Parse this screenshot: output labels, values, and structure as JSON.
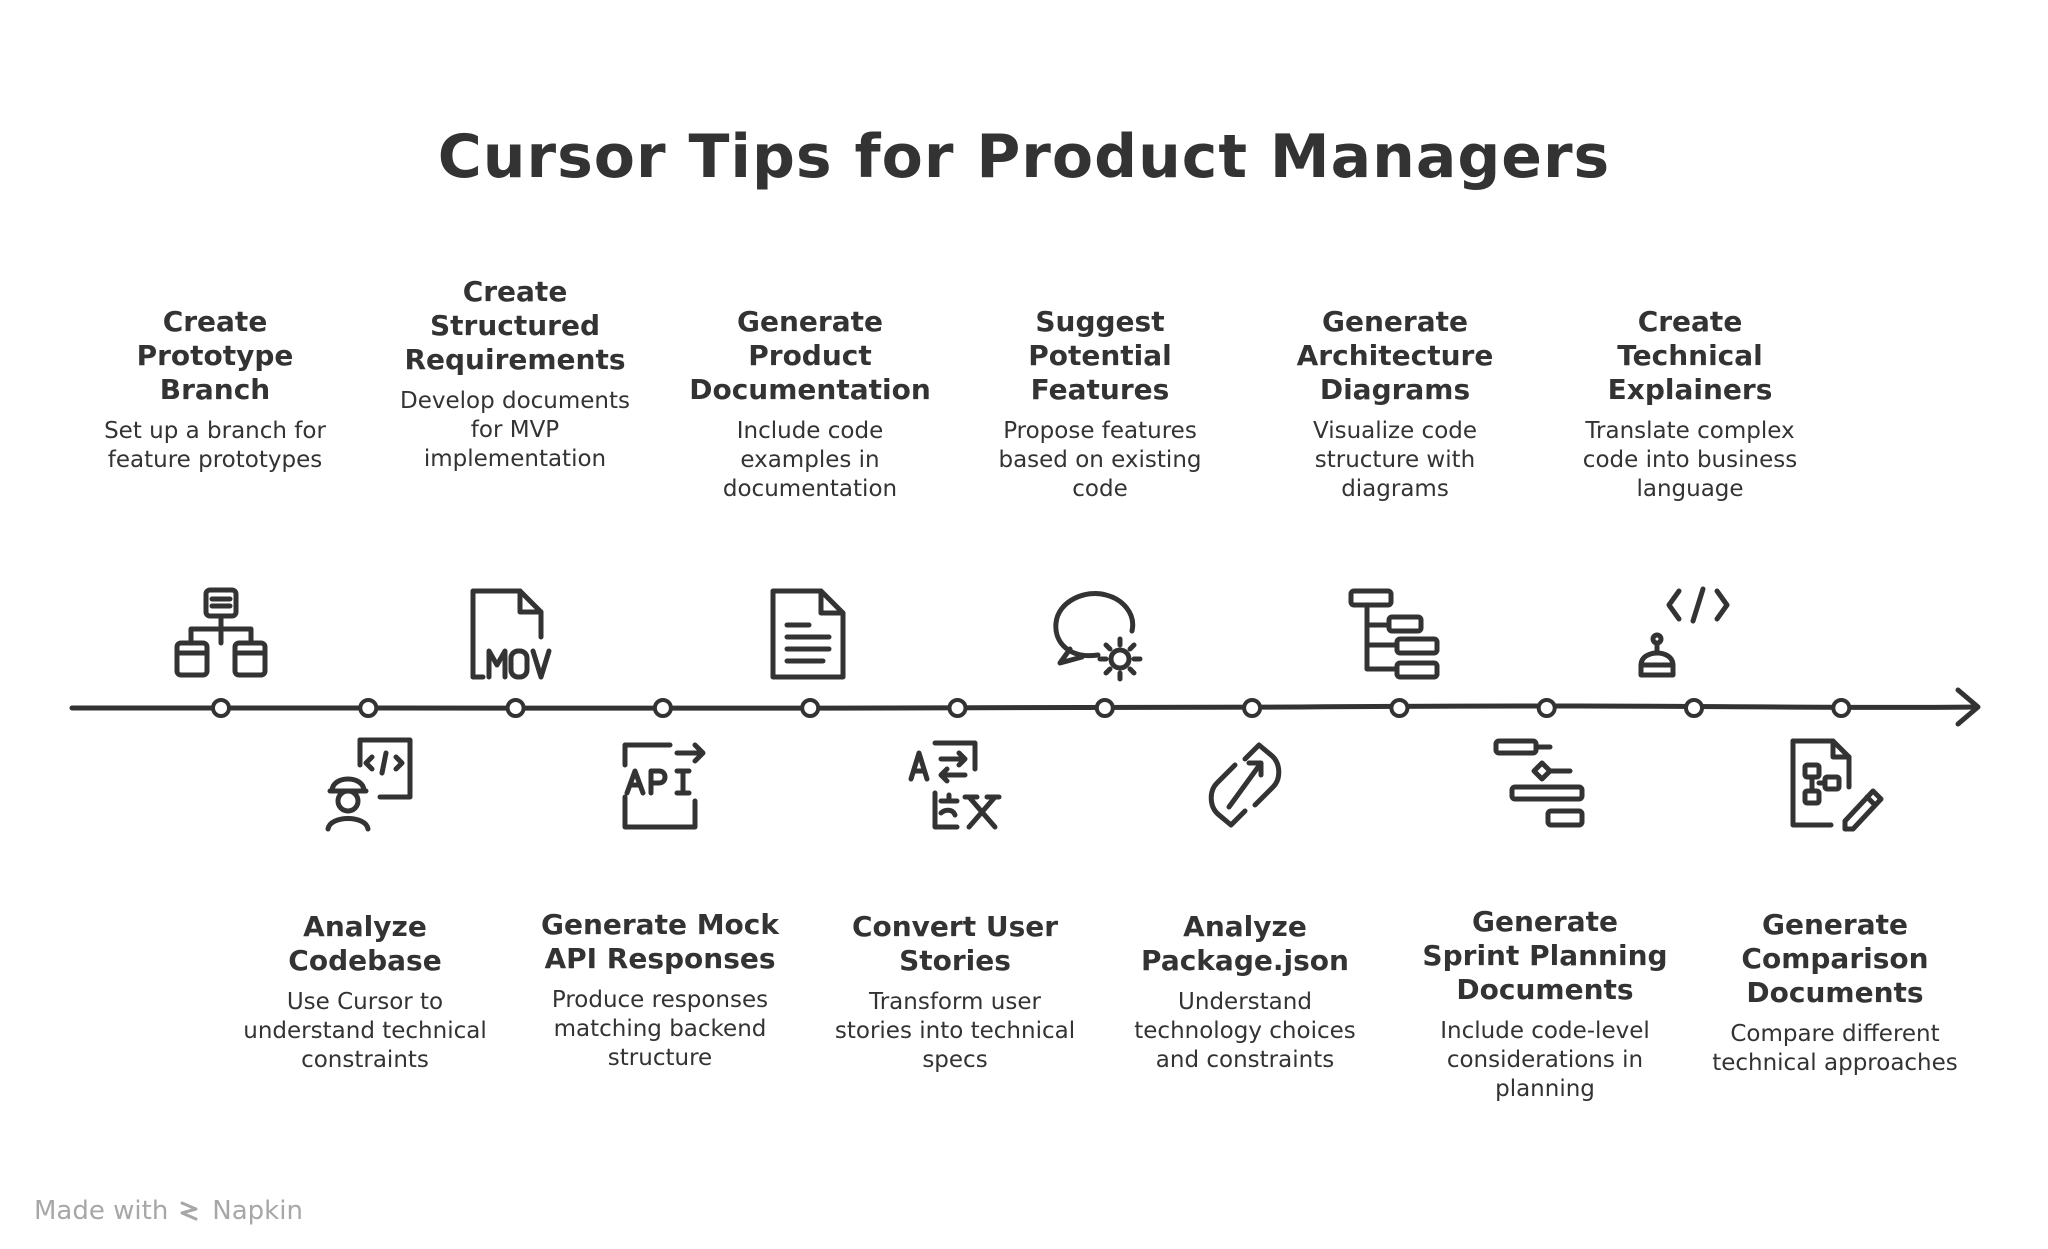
{
  "title": "Cursor Tips for Product Managers",
  "footer": {
    "made_with": "Made with",
    "brand": "Napkin",
    "logo_icon": "napkin-logo-icon"
  },
  "colors": {
    "ink": "#333333",
    "footer": "#a7a7a7",
    "background": "#ffffff"
  },
  "steps": [
    {
      "heading": "Create Prototype Branch",
      "description": "Set up a branch for feature prototypes",
      "icon": "sitemap-icon",
      "position": "top"
    },
    {
      "heading": "Analyze Codebase",
      "description": "Use Cursor to understand technical constraints",
      "icon": "developer-code-icon",
      "position": "bottom"
    },
    {
      "heading": "Create Structured Requirements",
      "description": "Develop documents for MVP implementation",
      "icon": "mov-file-icon",
      "position": "top"
    },
    {
      "heading": "Generate Mock API Responses",
      "description": "Produce responses matching backend structure",
      "icon": "api-file-icon",
      "position": "bottom"
    },
    {
      "heading": "Generate Product Documentation",
      "description": "Include code examples in documentation",
      "icon": "document-icon",
      "position": "top"
    },
    {
      "heading": "Convert User Stories",
      "description": "Transform user stories into technical specs",
      "icon": "translate-icon",
      "position": "bottom"
    },
    {
      "heading": "Suggest Potential Features",
      "description": "Propose features based on existing code",
      "icon": "chat-gear-icon",
      "position": "top"
    },
    {
      "heading": "Analyze Package.json",
      "description": "Understand technology choices and constraints",
      "icon": "link-arrows-icon",
      "position": "bottom"
    },
    {
      "heading": "Generate Architecture Diagrams",
      "description": "Visualize code structure with diagrams",
      "icon": "hierarchy-icon",
      "position": "top"
    },
    {
      "heading": "Generate Sprint Planning Documents",
      "description": "Include code-level considerations in planning",
      "icon": "gantt-icon",
      "position": "bottom"
    },
    {
      "heading": "Create Technical Explainers",
      "description": "Translate complex code into business language",
      "icon": "robot-code-icon",
      "position": "top"
    },
    {
      "heading": "Generate Comparison Documents",
      "description": "Compare different technical approaches",
      "icon": "doc-edit-icon",
      "position": "bottom"
    }
  ]
}
